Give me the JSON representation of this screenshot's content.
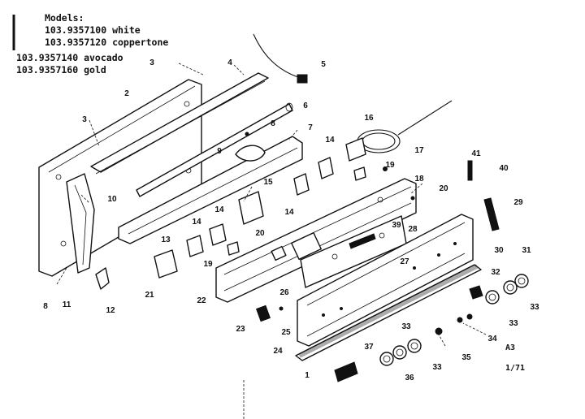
{
  "models_header": "Models:",
  "models": [
    "103.9357100 white",
    "103.9357120 coppertone",
    "103.9357140 avocado",
    "103.9357160 gold"
  ],
  "footer": {
    "code": "A3",
    "date": "1/71"
  },
  "callouts": [
    "1",
    "2",
    "3",
    "3",
    "4",
    "5",
    "6",
    "7",
    "8",
    "8",
    "9",
    "10",
    "11",
    "12",
    "13",
    "14",
    "14",
    "14",
    "14",
    "15",
    "16",
    "17",
    "18",
    "19",
    "19",
    "20",
    "20",
    "21",
    "22",
    "23",
    "24",
    "25",
    "26",
    "27",
    "28",
    "29",
    "30",
    "31",
    "32",
    "33",
    "33",
    "33",
    "33",
    "34",
    "35",
    "36",
    "37",
    "39",
    "40",
    "41"
  ]
}
